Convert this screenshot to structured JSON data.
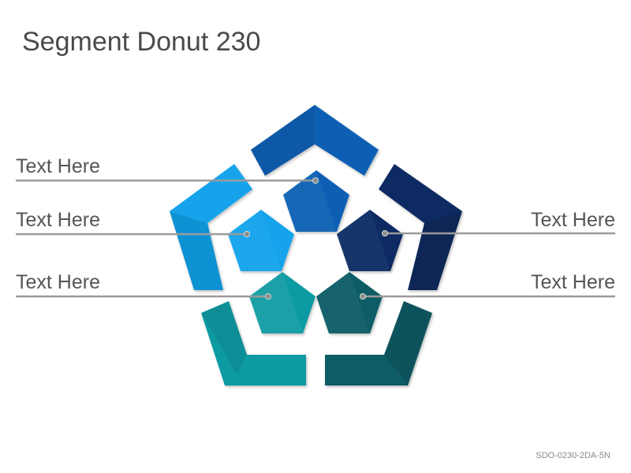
{
  "title": "Segment Donut 230",
  "labels": {
    "left_top": "Text Here",
    "left_middle": "Text Here",
    "left_bottom": "Text Here",
    "right_middle": "Text Here",
    "right_bottom": "Text Here"
  },
  "product_code": "SDO-0230-2DA-5N",
  "colors": {
    "blue": "#0a5fb4",
    "light_blue": "#14a3ec",
    "navy": "#0a2c63",
    "teal": "#0f9ba3",
    "dark_teal": "#0d5c66",
    "leader_line": "#9b9b9b",
    "leader_dot": "#8c8c8c"
  }
}
